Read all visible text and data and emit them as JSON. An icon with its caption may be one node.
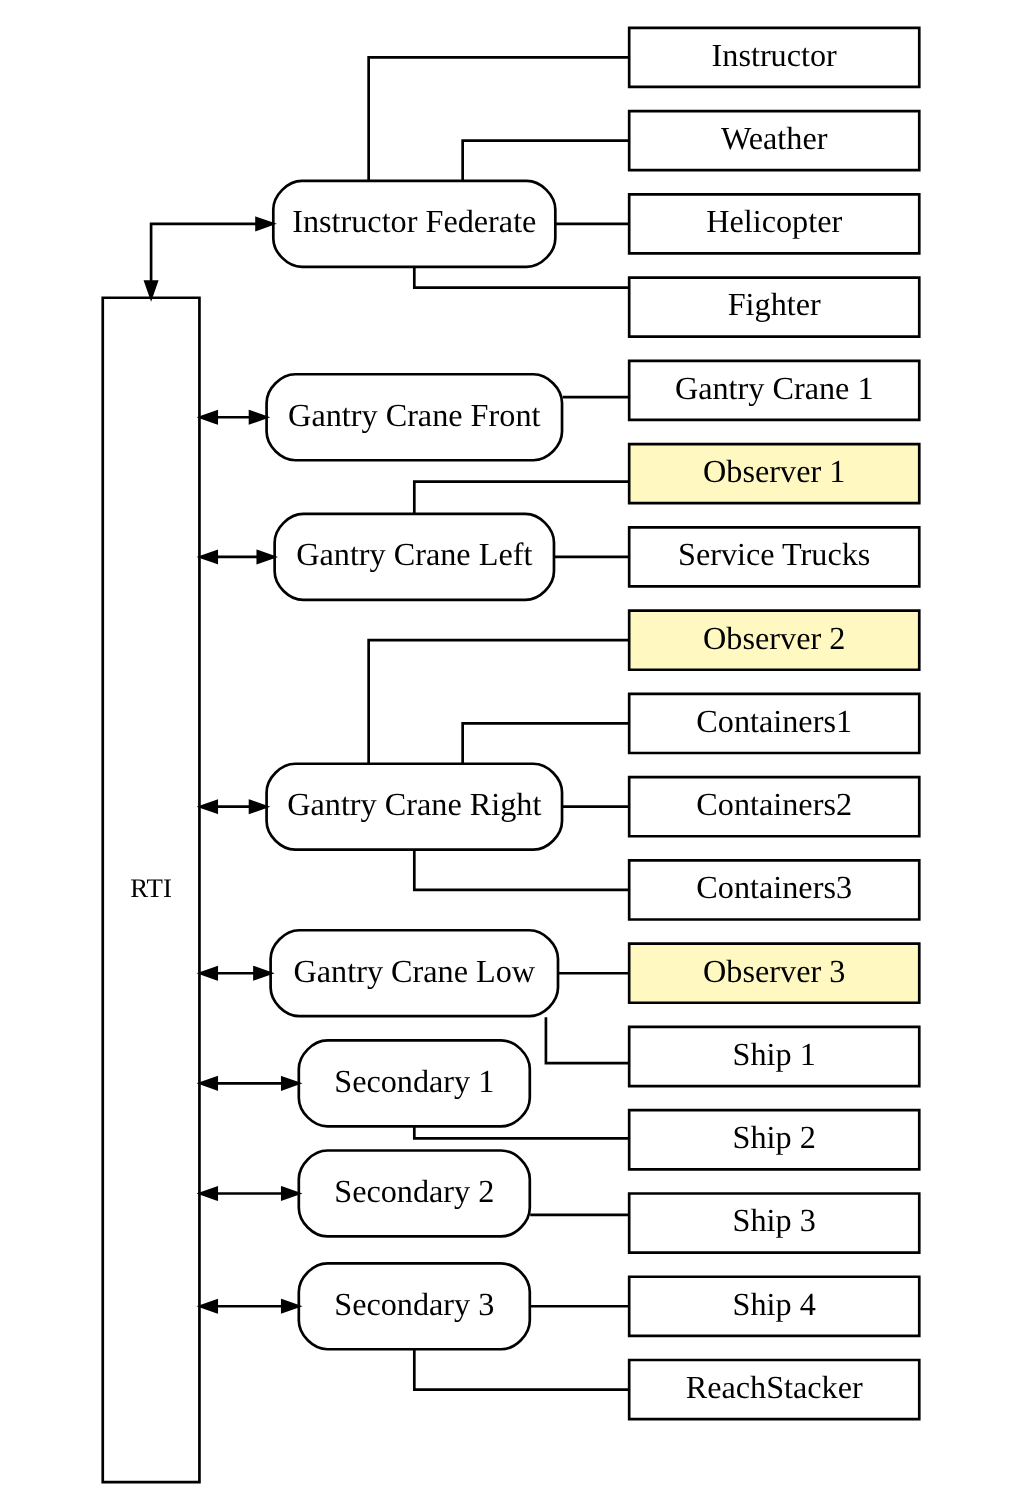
{
  "diagram": {
    "nodes": [
      {
        "text": [
          "RTI"
        ]
      },
      {
        "text": [
          "Instructor Federate"
        ]
      },
      {
        "text": [
          "Instructor"
        ]
      },
      {
        "text": [
          "Weather"
        ]
      },
      {
        "text": [
          "Helicopter"
        ]
      },
      {
        "text": [
          "Fighter"
        ]
      },
      {
        "text": [
          "Gantry Crane Front"
        ]
      },
      {
        "text": [
          "Gantry Crane 1"
        ]
      },
      {
        "text": [
          "Gantry Crane Left"
        ]
      },
      {
        "text": [
          "Observer 1"
        ]
      },
      {
        "text": [
          "Service Trucks"
        ]
      },
      {
        "text": [
          "Gantry Crane Right"
        ]
      },
      {
        "text": [
          "Observer 2"
        ]
      },
      {
        "text": [
          "Containers1"
        ]
      },
      {
        "text": [
          "Containers2"
        ]
      },
      {
        "text": [
          "Containers3"
        ]
      },
      {
        "text": [
          "Gantry Crane Low"
        ]
      },
      {
        "text": [
          "Observer 3"
        ]
      },
      {
        "text": [
          "Ship 1"
        ]
      },
      {
        "text": [
          "Secondary 1"
        ]
      },
      {
        "text": [
          "Ship 2"
        ]
      },
      {
        "text": [
          "Secondary 2"
        ]
      },
      {
        "text": [
          "Ship 3"
        ]
      },
      {
        "text": [
          "Secondary 3"
        ]
      },
      {
        "text": [
          "Ship 4"
        ]
      },
      {
        "text": [
          "ReachStacker"
        ]
      }
    ],
    "edges": [
      {
        "from": 0,
        "to": 1,
        "arrow": "both"
      },
      {
        "from": 1,
        "to": 2,
        "arrow": "none"
      },
      {
        "from": 1,
        "to": 3,
        "arrow": "none"
      },
      {
        "from": 1,
        "to": 4,
        "arrow": "none"
      },
      {
        "from": 1,
        "to": 5,
        "arrow": "none"
      },
      {
        "from": 0,
        "to": 6,
        "arrow": "both"
      },
      {
        "from": 6,
        "to": 7,
        "arrow": "none"
      },
      {
        "from": 0,
        "to": 8,
        "arrow": "both"
      },
      {
        "from": 8,
        "to": 9,
        "arrow": "none"
      },
      {
        "from": 8,
        "to": 10,
        "arrow": "none"
      },
      {
        "from": 0,
        "to": 11,
        "arrow": "both"
      },
      {
        "from": 11,
        "to": 12,
        "arrow": "none"
      },
      {
        "from": 11,
        "to": 13,
        "arrow": "none"
      },
      {
        "from": 11,
        "to": 14,
        "arrow": "none"
      },
      {
        "from": 11,
        "to": 15,
        "arrow": "none"
      },
      {
        "from": 0,
        "to": 16,
        "arrow": "both"
      },
      {
        "from": 16,
        "to": 17,
        "arrow": "none"
      },
      {
        "from": 16,
        "to": 18,
        "arrow": "none"
      },
      {
        "from": 0,
        "to": 19,
        "arrow": "both"
      },
      {
        "from": 19,
        "to": 20,
        "arrow": "none"
      },
      {
        "from": 0,
        "to": 21,
        "arrow": "both"
      },
      {
        "from": 21,
        "to": 22,
        "arrow": "none"
      },
      {
        "from": 0,
        "to": 23,
        "arrow": "both"
      },
      {
        "from": 23,
        "to": 24,
        "arrow": "none"
      },
      {
        "from": 23,
        "to": 25,
        "arrow": "none"
      }
    ]
  }
}
